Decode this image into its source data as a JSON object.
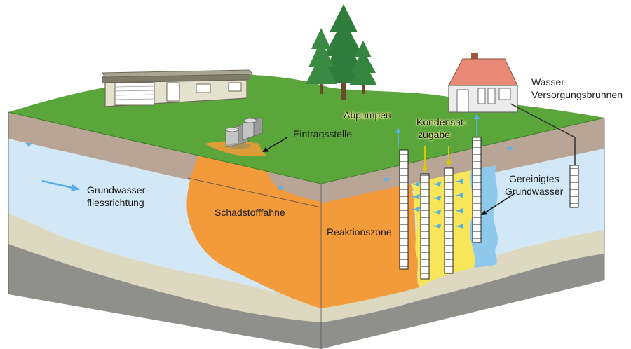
{
  "labels": {
    "eintragsstelle": "Eintragsstelle",
    "grundwasser_1": "Grundwasser-",
    "grundwasser_2": "fliessrichtung",
    "schadstofffahne": "Schadstofffahne",
    "reaktionszone": "Reaktionszone",
    "abpumpen": "Abpumpen",
    "kondensat_1": "Kondensat-",
    "kondensat_2": "zugabe",
    "gereinigtes_1": "Gereinigtes",
    "gereinigtes_2": "Grundwasser",
    "wasser_1": "Wasser-",
    "wasser_2": "Versorgungsbrunnen"
  },
  "colors": {
    "grass": "#5aa63a",
    "soil": "#b8a596",
    "groundwater": "#d2e8f6",
    "plume": "#f39b3a",
    "condensate": "#f8e65a",
    "clean_water": "#8ec9ec",
    "sediment": "#ddd8c0",
    "bedrock": "#8f8f8c",
    "arrow_blue": "#5aaee0",
    "arrow_yellow": "#e0c800"
  }
}
